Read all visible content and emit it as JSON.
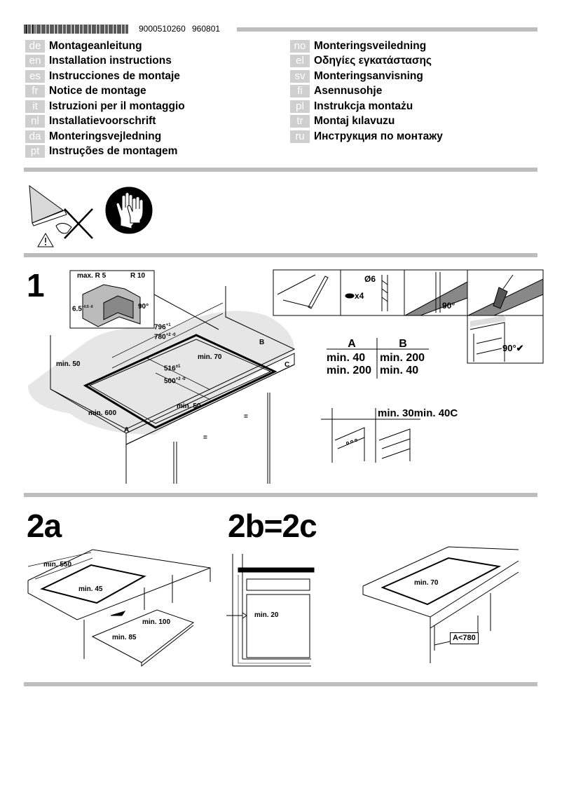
{
  "header": {
    "document_number": "9000510260",
    "date_code": "960801"
  },
  "languages_left": [
    {
      "code": "de",
      "title": "Montageanleitung"
    },
    {
      "code": "en",
      "title": "Installation instructions"
    },
    {
      "code": "es",
      "title": "Instrucciones de montaje"
    },
    {
      "code": "fr",
      "title": "Notice de montage"
    },
    {
      "code": "it",
      "title": "Istruzioni per il montaggio"
    },
    {
      "code": "nl",
      "title": "Installatievoorschrift"
    },
    {
      "code": "da",
      "title": "Monteringsvejledning"
    },
    {
      "code": "pt",
      "title": "Instruções de montagem"
    }
  ],
  "languages_right": [
    {
      "code": "no",
      "title": "Monteringsveiledning"
    },
    {
      "code": "el",
      "title": "Οδηγίες εγκατάστασης"
    },
    {
      "code": "sv",
      "title": "Monteringsanvisning"
    },
    {
      "code": "fi",
      "title": "Asennusohje"
    },
    {
      "code": "pl",
      "title": "Instrukcja montażu"
    },
    {
      "code": "tr",
      "title": "Montaj kılavuzu"
    },
    {
      "code": "ru",
      "title": "Инструкция по монтажу"
    }
  ],
  "warning": {
    "icons": [
      "glass-edge-no-touch-icon",
      "warning-triangle-icon",
      "wear-gloves-icon"
    ]
  },
  "step1": {
    "number": "1",
    "detail": {
      "max_r": "max. R 5",
      "r10": "R 10",
      "depth": "6.5",
      "depth_tol": "+0.5 -0",
      "angle": "90°"
    },
    "dims": {
      "w_outer": "796",
      "w_outer_tol": "+1",
      "w_inner": "780",
      "w_inner_tol": "+2 -0",
      "d_outer": "516",
      "d_outer_tol": "±1",
      "d_inner": "500",
      "d_inner_tol": "+2 -0",
      "min70": "min. 70",
      "min50_left": "min. 50",
      "min600": "min. 600",
      "min50_front": "min. 50",
      "a": "A",
      "b": "B",
      "c": "C",
      "equal": "="
    },
    "tools": {
      "drill": "Ø6",
      "count": "x4",
      "saw_angle": "90°",
      "check_angle": "90°✔"
    },
    "table": {
      "headers": [
        "A",
        "B"
      ],
      "rows": [
        [
          "min. 40",
          "min. 200"
        ],
        [
          "min. 200",
          "min. 40"
        ]
      ]
    },
    "c_label": "min. 30min. 40C"
  },
  "step2a": {
    "number": "2a",
    "labels": {
      "min550": "min. 550",
      "min45": "min. 45",
      "min100": "min. 100",
      "min85": "min. 85"
    }
  },
  "step2bc": {
    "number": "2b=2c",
    "labels": {
      "min20": "min. 20",
      "min70": "min. 70",
      "a780": "A<780"
    }
  }
}
